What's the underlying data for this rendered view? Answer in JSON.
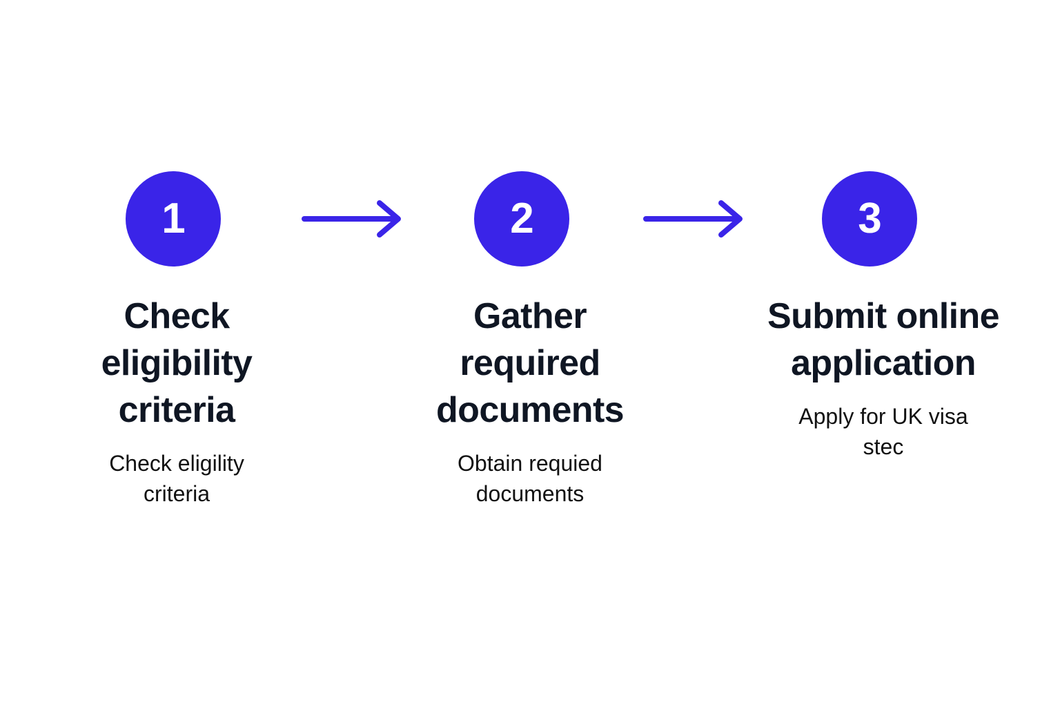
{
  "diagram": {
    "type": "horizontal-process-flow",
    "background_color": "#ffffff",
    "accent_color": "#3A24E8",
    "title_color": "#0F1623",
    "description_color": "#111111",
    "badge_text_color": "#ffffff",
    "connector_icon": "arrow-right-icon",
    "steps": [
      {
        "number": "1",
        "title": "Check eligibility criteria",
        "description": "Check eligility criteria"
      },
      {
        "number": "2",
        "title": "Gather required documents",
        "description": "Obtain requied documents"
      },
      {
        "number": "3",
        "title": "Submit online application",
        "description": "Apply for UK visa stec"
      }
    ],
    "connectors": [
      {
        "name": "arrow-1",
        "from": "1",
        "to": "2"
      },
      {
        "name": "arrow-2",
        "from": "2",
        "to": "3"
      }
    ]
  }
}
